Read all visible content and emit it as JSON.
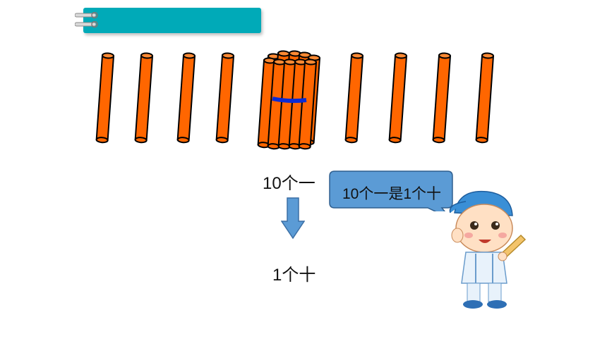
{
  "header": {
    "title": "",
    "bar_color": "#00aab8"
  },
  "illustration": {
    "stick_color": "#ff6600",
    "band_color": "#0a2bd4",
    "single_sticks_left": 4,
    "single_sticks_right": 4,
    "bundle_size": 10
  },
  "labels": {
    "ten_ones": "10个一",
    "one_ten": "1个十"
  },
  "speech_bubble": {
    "text": "10个一是1个十",
    "color": "#5b9bd5"
  },
  "icons": {
    "arrow": "arrow-down-icon",
    "character": "boy-with-bat"
  }
}
